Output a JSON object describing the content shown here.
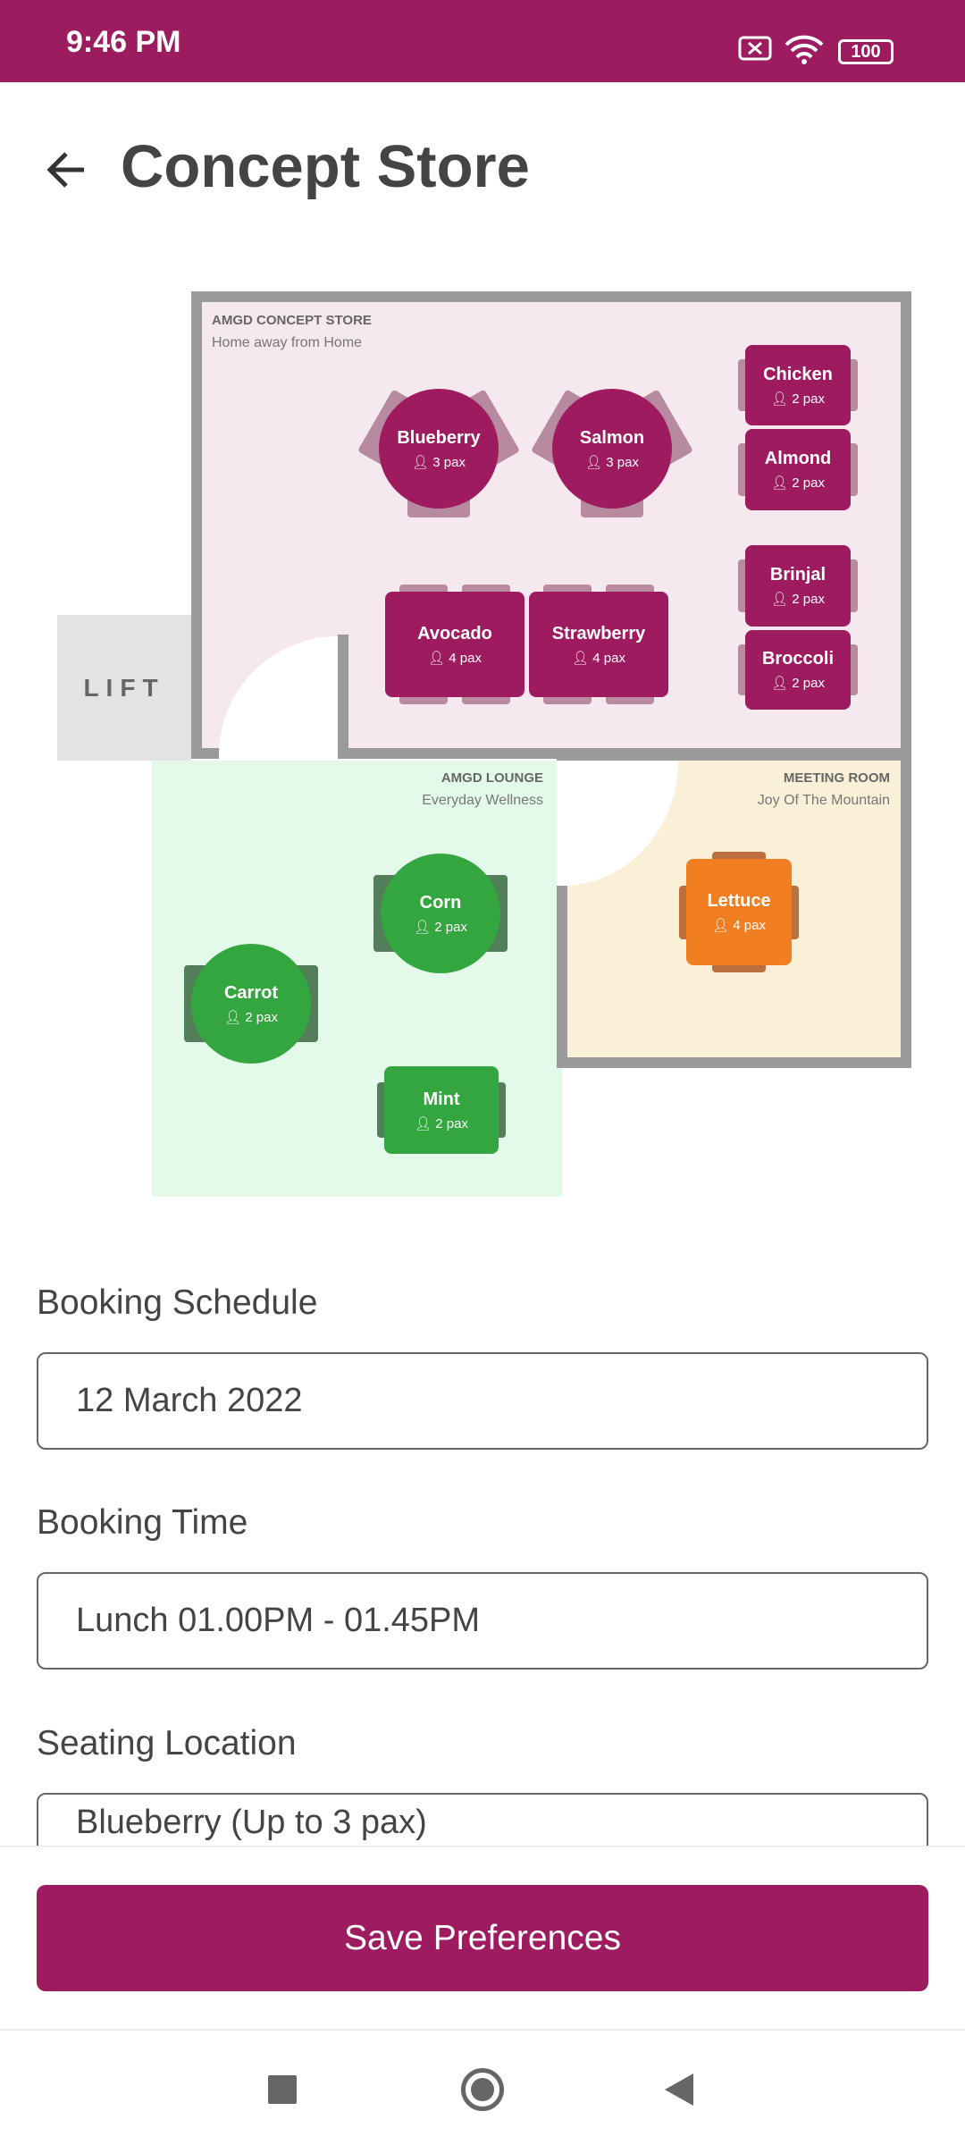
{
  "status_bar": {
    "time": "9:46 PM",
    "battery": "100"
  },
  "header": {
    "title": "Concept Store"
  },
  "floor_plan": {
    "lift_label": "LIFT",
    "rooms": [
      {
        "title": "AMGD CONCEPT STORE",
        "subtitle": "Home away from Home"
      },
      {
        "title": "AMGD LOUNGE",
        "subtitle": "Everyday Wellness"
      },
      {
        "title": "MEETING ROOM",
        "subtitle": "Joy Of The Mountain"
      }
    ],
    "tables": [
      {
        "name": "Blueberry",
        "pax": "3 pax"
      },
      {
        "name": "Salmon",
        "pax": "3 pax"
      },
      {
        "name": "Chicken",
        "pax": "2 pax"
      },
      {
        "name": "Almond",
        "pax": "2 pax"
      },
      {
        "name": "Avocado",
        "pax": "4 pax"
      },
      {
        "name": "Strawberry",
        "pax": "4 pax"
      },
      {
        "name": "Brinjal",
        "pax": "2 pax"
      },
      {
        "name": "Broccoli",
        "pax": "2 pax"
      },
      {
        "name": "Corn",
        "pax": "2 pax"
      },
      {
        "name": "Carrot",
        "pax": "2 pax"
      },
      {
        "name": "Mint",
        "pax": "2 pax"
      },
      {
        "name": "Lettuce",
        "pax": "4 pax"
      }
    ],
    "colors": {
      "store": "#9E1B60",
      "lounge": "#34A63F",
      "meeting": "#F27E22"
    }
  },
  "form": {
    "schedule_label": "Booking Schedule",
    "schedule_value": "12 March 2022",
    "time_label": "Booking Time",
    "time_value": "Lunch 01.00PM - 01.45PM",
    "seating_label": "Seating Location",
    "seating_value": "Blueberry (Up to 3 pax)"
  },
  "save_button": "Save Preferences"
}
